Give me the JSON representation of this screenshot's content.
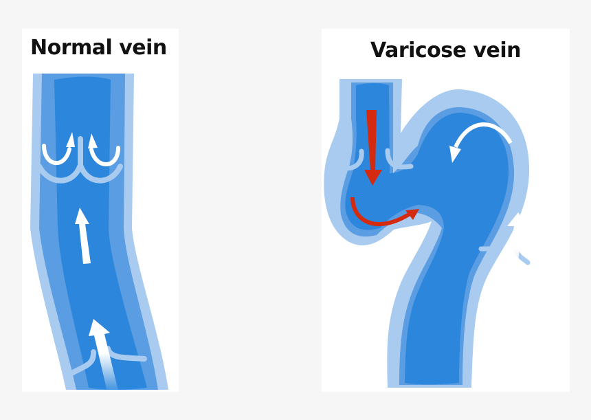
{
  "panels": {
    "normal": {
      "title": "Normal vein",
      "elements": [
        "vein-wall-outer",
        "vein-wall-inner",
        "vein-lumen",
        "closed-valve",
        "valve-backflow-arrows",
        "upward-flow-arrow",
        "open-valve",
        "upward-flow-gradient-arrow"
      ]
    },
    "varicose": {
      "title": "Varicose vein",
      "elements": [
        "vein-wall-outer",
        "vein-wall-inner",
        "vein-lumen-dilated",
        "incompetent-valve",
        "reflux-arrow-down",
        "reflux-arrow-curved",
        "swirl-arrow",
        "open-valve",
        "upward-flow-gradient-arrow"
      ]
    }
  },
  "colors": {
    "background": "#f6f6f6",
    "panel": "#ffffff",
    "wall_outer": "#a9cbef",
    "wall_inner": "#5a9de2",
    "lumen": "#2b86dc",
    "valve": "#a9cbef",
    "arrow_normal": "#ffffff",
    "arrow_reflux": "#d42a10",
    "title": "#111111"
  }
}
